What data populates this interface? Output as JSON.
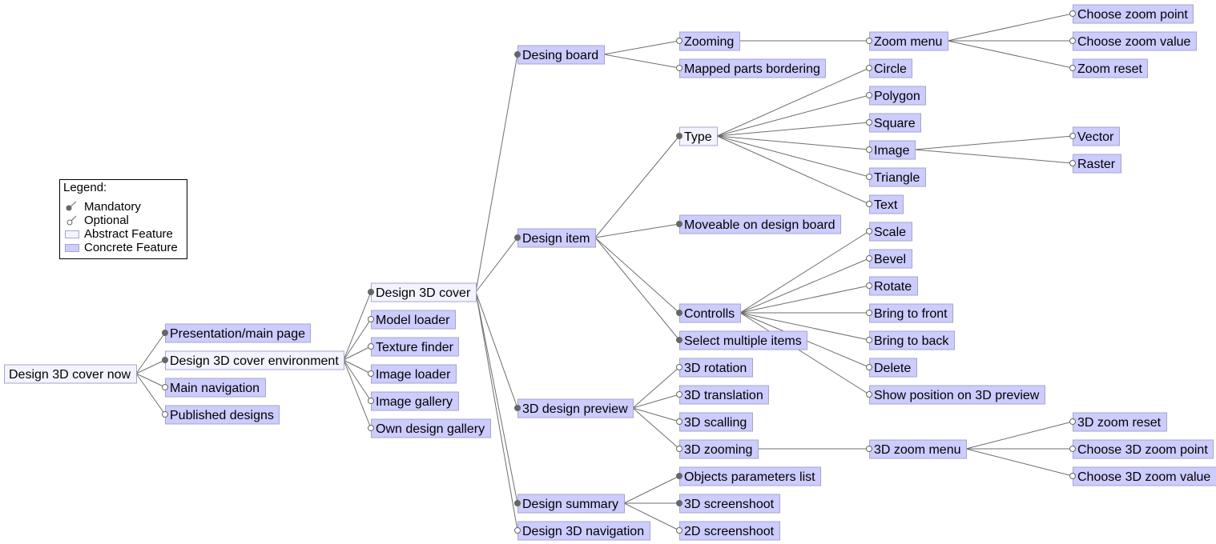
{
  "legend": {
    "title": "Legend:",
    "mandatory": "Mandatory",
    "optional": "Optional",
    "abstract": "Abstract Feature",
    "concrete": "Concrete Feature",
    "colors": {
      "abstract": "#f3f3ff",
      "concrete": "#ccccff",
      "border": "#a6a6c8",
      "edge": "#6e6e6e",
      "dot": "#666666"
    }
  },
  "features": [
    {
      "id": "root",
      "label": "Design 3D cover now",
      "type": "abstract",
      "parent": null,
      "dot": null
    },
    {
      "id": "presentation",
      "label": "Presentation/main page",
      "type": "concrete",
      "parent": "root",
      "dot": "mandatory"
    },
    {
      "id": "env",
      "label": "Design 3D cover environment",
      "type": "abstract",
      "parent": "root",
      "dot": "mandatory"
    },
    {
      "id": "mainnav",
      "label": "Main navigation",
      "type": "concrete",
      "parent": "root",
      "dot": "optional"
    },
    {
      "id": "published",
      "label": "Published designs",
      "type": "concrete",
      "parent": "root",
      "dot": "optional"
    },
    {
      "id": "d3cover",
      "label": "Design 3D cover",
      "type": "abstract",
      "parent": "env",
      "dot": "mandatory"
    },
    {
      "id": "modelloader",
      "label": "Model loader",
      "type": "concrete",
      "parent": "env",
      "dot": "optional"
    },
    {
      "id": "texture",
      "label": "Texture finder",
      "type": "concrete",
      "parent": "env",
      "dot": "optional"
    },
    {
      "id": "imgloader",
      "label": "Image loader",
      "type": "concrete",
      "parent": "env",
      "dot": "optional"
    },
    {
      "id": "imggallery",
      "label": "Image gallery",
      "type": "concrete",
      "parent": "env",
      "dot": "optional"
    },
    {
      "id": "owngallery",
      "label": "Own design gallery",
      "type": "concrete",
      "parent": "env",
      "dot": "optional"
    },
    {
      "id": "board",
      "label": "Desing board",
      "type": "concrete",
      "parent": "d3cover",
      "dot": "mandatory"
    },
    {
      "id": "item",
      "label": "Design item",
      "type": "concrete",
      "parent": "d3cover",
      "dot": "mandatory"
    },
    {
      "id": "preview",
      "label": "3D design preview",
      "type": "concrete",
      "parent": "d3cover",
      "dot": "mandatory"
    },
    {
      "id": "summary",
      "label": "Design summary",
      "type": "concrete",
      "parent": "d3cover",
      "dot": "mandatory"
    },
    {
      "id": "d3nav",
      "label": "Design 3D navigation",
      "type": "concrete",
      "parent": "d3cover",
      "dot": "optional"
    },
    {
      "id": "zooming",
      "label": "Zooming",
      "type": "concrete",
      "parent": "board",
      "dot": "optional"
    },
    {
      "id": "mapped",
      "label": "Mapped parts bordering",
      "type": "concrete",
      "parent": "board",
      "dot": "optional"
    },
    {
      "id": "type",
      "label": "Type",
      "type": "abstract",
      "parent": "item",
      "dot": "mandatory"
    },
    {
      "id": "moveable",
      "label": "Moveable on design board",
      "type": "concrete",
      "parent": "item",
      "dot": "mandatory"
    },
    {
      "id": "controlls",
      "label": "Controlls",
      "type": "concrete",
      "parent": "item",
      "dot": "mandatory"
    },
    {
      "id": "selectmulti",
      "label": "Select multiple items",
      "type": "concrete",
      "parent": "item",
      "dot": "mandatory"
    },
    {
      "id": "rot3d",
      "label": "3D rotation",
      "type": "concrete",
      "parent": "preview",
      "dot": "optional"
    },
    {
      "id": "trans3d",
      "label": "3D translation",
      "type": "concrete",
      "parent": "preview",
      "dot": "optional"
    },
    {
      "id": "scal3d",
      "label": "3D scalling",
      "type": "concrete",
      "parent": "preview",
      "dot": "optional"
    },
    {
      "id": "zoom3d",
      "label": "3D zooming",
      "type": "concrete",
      "parent": "preview",
      "dot": "optional"
    },
    {
      "id": "objparams",
      "label": "Objects parameters list",
      "type": "concrete",
      "parent": "summary",
      "dot": "mandatory"
    },
    {
      "id": "shot3d",
      "label": "3D screenshoot",
      "type": "concrete",
      "parent": "summary",
      "dot": "mandatory"
    },
    {
      "id": "shot2d",
      "label": "2D screenshoot",
      "type": "concrete",
      "parent": "summary",
      "dot": "optional"
    },
    {
      "id": "zoommenu",
      "label": "Zoom menu",
      "type": "concrete",
      "parent": "zooming",
      "dot": "optional"
    },
    {
      "id": "circle",
      "label": "Circle",
      "type": "concrete",
      "parent": "type",
      "dot": "optional"
    },
    {
      "id": "polygon",
      "label": "Polygon",
      "type": "concrete",
      "parent": "type",
      "dot": "optional"
    },
    {
      "id": "square",
      "label": "Square",
      "type": "concrete",
      "parent": "type",
      "dot": "optional"
    },
    {
      "id": "image",
      "label": "Image",
      "type": "concrete",
      "parent": "type",
      "dot": "optional"
    },
    {
      "id": "triangle",
      "label": "Triangle",
      "type": "concrete",
      "parent": "type",
      "dot": "optional"
    },
    {
      "id": "text",
      "label": "Text",
      "type": "concrete",
      "parent": "type",
      "dot": "optional"
    },
    {
      "id": "scale",
      "label": "Scale",
      "type": "concrete",
      "parent": "controlls",
      "dot": "optional"
    },
    {
      "id": "bevel",
      "label": "Bevel",
      "type": "concrete",
      "parent": "controlls",
      "dot": "optional"
    },
    {
      "id": "rotate",
      "label": "Rotate",
      "type": "concrete",
      "parent": "controlls",
      "dot": "optional"
    },
    {
      "id": "front",
      "label": "Bring to front",
      "type": "concrete",
      "parent": "controlls",
      "dot": "optional"
    },
    {
      "id": "back",
      "label": "Bring to back",
      "type": "concrete",
      "parent": "controlls",
      "dot": "optional"
    },
    {
      "id": "delete",
      "label": "Delete",
      "type": "concrete",
      "parent": "controlls",
      "dot": "optional"
    },
    {
      "id": "showpos",
      "label": "Show position on 3D preview",
      "type": "concrete",
      "parent": "controlls",
      "dot": "optional"
    },
    {
      "id": "zoommenu3d",
      "label": "3D zoom menu",
      "type": "concrete",
      "parent": "zoom3d",
      "dot": "optional"
    },
    {
      "id": "zpoint",
      "label": "Choose zoom point",
      "type": "concrete",
      "parent": "zoommenu",
      "dot": "optional"
    },
    {
      "id": "zvalue",
      "label": "Choose zoom value",
      "type": "concrete",
      "parent": "zoommenu",
      "dot": "optional"
    },
    {
      "id": "zreset",
      "label": "Zoom reset",
      "type": "concrete",
      "parent": "zoommenu",
      "dot": "optional"
    },
    {
      "id": "vector",
      "label": "Vector",
      "type": "concrete",
      "parent": "image",
      "dot": "optional"
    },
    {
      "id": "raster",
      "label": "Raster",
      "type": "concrete",
      "parent": "image",
      "dot": "optional"
    },
    {
      "id": "z3reset",
      "label": "3D zoom reset",
      "type": "concrete",
      "parent": "zoommenu3d",
      "dot": "optional"
    },
    {
      "id": "z3point",
      "label": "Choose 3D zoom point",
      "type": "concrete",
      "parent": "zoommenu3d",
      "dot": "optional"
    },
    {
      "id": "z3value",
      "label": "Choose 3D zoom value",
      "type": "concrete",
      "parent": "zoommenu3d",
      "dot": "optional"
    }
  ]
}
